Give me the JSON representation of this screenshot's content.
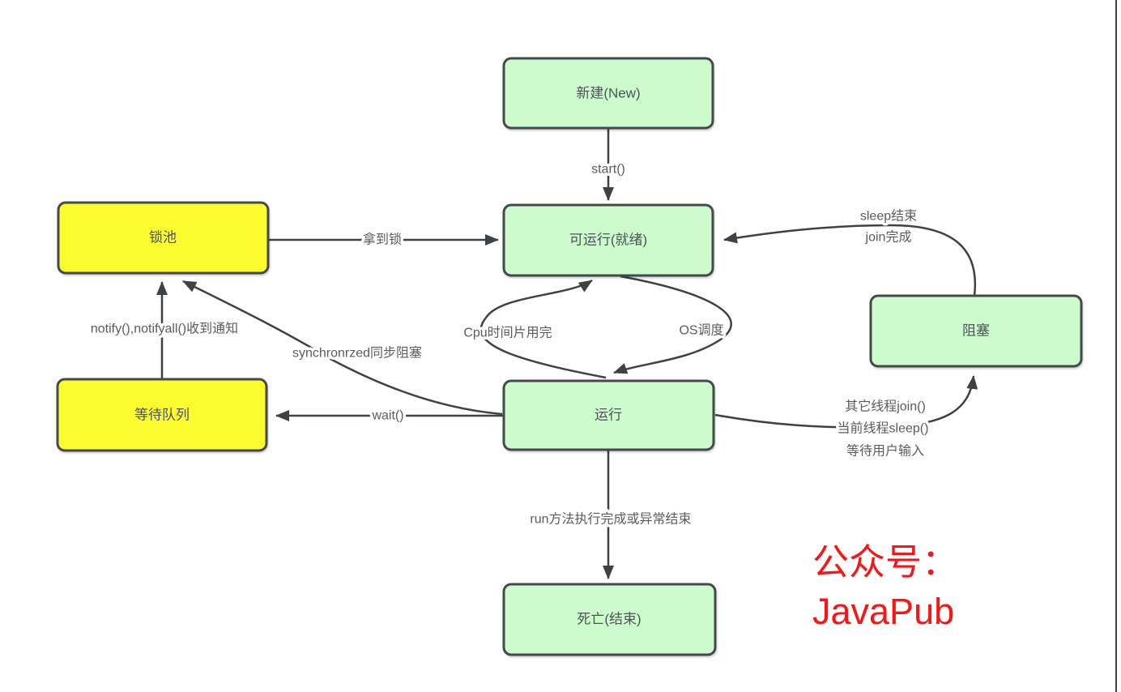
{
  "colors": {
    "green_fill": "#ccfbcd",
    "yellow_fill": "#fbfb2d",
    "box_border": "#46494c",
    "arrow_stroke": "#3f4245",
    "node_text": "#4e5357",
    "edge_text": "#595c5e",
    "watermark_red": "#fa1414"
  },
  "nodes": {
    "new": "新建(New)",
    "runnable": "可运行(就绪)",
    "lock_pool": "锁池",
    "wait_queue": "等待队列",
    "running": "运行",
    "blocked": "阻塞",
    "dead": "死亡(结束)"
  },
  "edges": {
    "start": "start()",
    "acquire_lock": "拿到锁",
    "sleep_join": {
      "line1": "sleep结束",
      "line2": "join完成"
    },
    "cpu_slice": "Cpu时间片用完",
    "os_schedule": "OS调度",
    "wait": "wait()",
    "synchronized": "synchronrzed同步阻塞",
    "notify": "notify(),notifyall()收到通知",
    "to_blocked": {
      "line1": "其它线程join()",
      "line2": "当前线程sleep()",
      "line3": "等待用户输入"
    },
    "run_complete": "run方法执行完成或异常结束"
  },
  "watermark": {
    "line1": "公众号：",
    "line2": "JavaPub"
  }
}
